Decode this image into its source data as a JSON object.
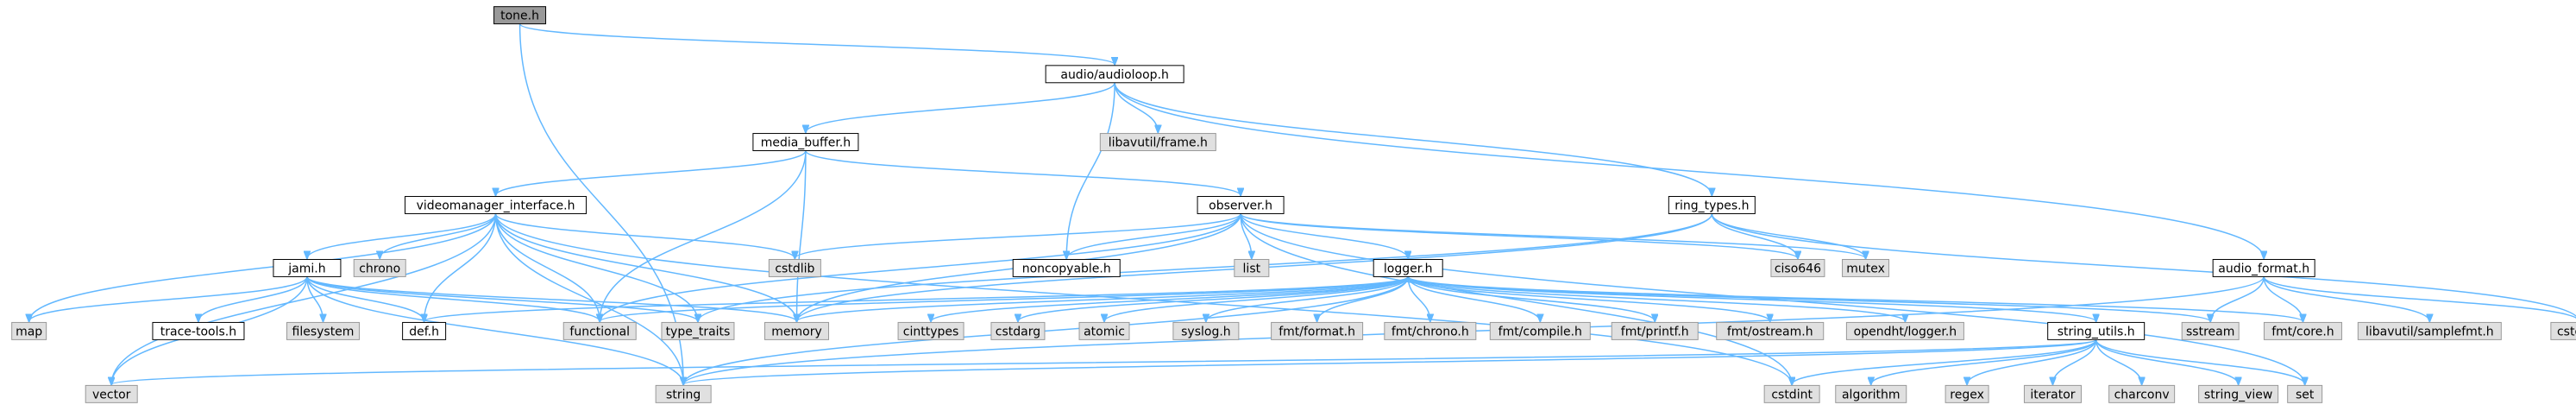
{
  "diagram": {
    "kind": "include-dependency-graph",
    "colors": {
      "edge": "#63b8ff",
      "node_border": "#000000",
      "root_fill": "#999999",
      "local_fill": "#ffffff",
      "external_fill": "#e0e0e0",
      "external_border": "#999999"
    },
    "nodes": [
      {
        "id": "tone_h",
        "label": "tone.h",
        "kind": "root"
      },
      {
        "id": "audioloop_h",
        "label": "audio/audioloop.h",
        "kind": "local"
      },
      {
        "id": "media_buffer_h",
        "label": "media_buffer.h",
        "kind": "local"
      },
      {
        "id": "libavutil_frame_h",
        "label": "libavutil/frame.h",
        "kind": "external"
      },
      {
        "id": "videomanager_interface_h",
        "label": "videomanager_interface.h",
        "kind": "local"
      },
      {
        "id": "observer_h",
        "label": "observer.h",
        "kind": "local"
      },
      {
        "id": "ring_types_h",
        "label": "ring_types.h",
        "kind": "local"
      },
      {
        "id": "jami_h",
        "label": "jami.h",
        "kind": "local"
      },
      {
        "id": "chrono",
        "label": "chrono",
        "kind": "external"
      },
      {
        "id": "cstdlib",
        "label": "cstdlib",
        "kind": "external"
      },
      {
        "id": "noncopyable_h",
        "label": "noncopyable.h",
        "kind": "local"
      },
      {
        "id": "list",
        "label": "list",
        "kind": "external"
      },
      {
        "id": "ciso646",
        "label": "ciso646",
        "kind": "external"
      },
      {
        "id": "mutex",
        "label": "mutex",
        "kind": "external"
      },
      {
        "id": "audio_format_h",
        "label": "audio_format.h",
        "kind": "local"
      },
      {
        "id": "logger_h",
        "label": "logger.h",
        "kind": "local"
      },
      {
        "id": "map",
        "label": "map",
        "kind": "external"
      },
      {
        "id": "trace_tools_h",
        "label": "trace-tools.h",
        "kind": "local"
      },
      {
        "id": "filesystem",
        "label": "filesystem",
        "kind": "external"
      },
      {
        "id": "def_h",
        "label": "def.h",
        "kind": "local"
      },
      {
        "id": "functional",
        "label": "functional",
        "kind": "external"
      },
      {
        "id": "type_traits",
        "label": "type_traits",
        "kind": "external"
      },
      {
        "id": "memory",
        "label": "memory",
        "kind": "external"
      },
      {
        "id": "cinttypes",
        "label": "cinttypes",
        "kind": "external"
      },
      {
        "id": "cstdarg",
        "label": "cstdarg",
        "kind": "external"
      },
      {
        "id": "atomic",
        "label": "atomic",
        "kind": "external"
      },
      {
        "id": "syslog_h",
        "label": "syslog.h",
        "kind": "external"
      },
      {
        "id": "fmt_format_h",
        "label": "fmt/format.h",
        "kind": "external"
      },
      {
        "id": "fmt_chrono_h",
        "label": "fmt/chrono.h",
        "kind": "external"
      },
      {
        "id": "fmt_compile_h",
        "label": "fmt/compile.h",
        "kind": "external"
      },
      {
        "id": "fmt_printf_h",
        "label": "fmt/printf.h",
        "kind": "external"
      },
      {
        "id": "fmt_ostream_h",
        "label": "fmt/ostream.h",
        "kind": "external"
      },
      {
        "id": "opendht_logger_h",
        "label": "opendht/logger.h",
        "kind": "external"
      },
      {
        "id": "string_utils_h",
        "label": "string_utils.h",
        "kind": "local"
      },
      {
        "id": "sstream",
        "label": "sstream",
        "kind": "external"
      },
      {
        "id": "fmt_core_h",
        "label": "fmt/core.h",
        "kind": "external"
      },
      {
        "id": "libavutil_samplefmt_h",
        "label": "libavutil/samplefmt.h",
        "kind": "external"
      },
      {
        "id": "cstddef",
        "label": "cstddef",
        "kind": "external"
      },
      {
        "id": "vector",
        "label": "vector",
        "kind": "external"
      },
      {
        "id": "string",
        "label": "string",
        "kind": "external"
      },
      {
        "id": "cstdint",
        "label": "cstdint",
        "kind": "external"
      },
      {
        "id": "algorithm",
        "label": "algorithm",
        "kind": "external"
      },
      {
        "id": "regex",
        "label": "regex",
        "kind": "external"
      },
      {
        "id": "iterator",
        "label": "iterator",
        "kind": "external"
      },
      {
        "id": "charconv",
        "label": "charconv",
        "kind": "external"
      },
      {
        "id": "string_view",
        "label": "string_view",
        "kind": "external"
      },
      {
        "id": "set",
        "label": "set",
        "kind": "external"
      }
    ],
    "edges": [
      [
        "tone_h",
        "audioloop_h"
      ],
      [
        "tone_h",
        "string"
      ],
      [
        "audioloop_h",
        "media_buffer_h"
      ],
      [
        "audioloop_h",
        "libavutil_frame_h"
      ],
      [
        "audioloop_h",
        "noncopyable_h"
      ],
      [
        "audioloop_h",
        "ring_types_h"
      ],
      [
        "audioloop_h",
        "audio_format_h"
      ],
      [
        "media_buffer_h",
        "videomanager_interface_h"
      ],
      [
        "media_buffer_h",
        "observer_h"
      ],
      [
        "media_buffer_h",
        "memory"
      ],
      [
        "media_buffer_h",
        "functional"
      ],
      [
        "videomanager_interface_h",
        "jami_h"
      ],
      [
        "videomanager_interface_h",
        "chrono"
      ],
      [
        "videomanager_interface_h",
        "cstdlib"
      ],
      [
        "videomanager_interface_h",
        "map"
      ],
      [
        "videomanager_interface_h",
        "vector"
      ],
      [
        "videomanager_interface_h",
        "string"
      ],
      [
        "videomanager_interface_h",
        "def_h"
      ],
      [
        "videomanager_interface_h",
        "functional"
      ],
      [
        "videomanager_interface_h",
        "memory"
      ],
      [
        "videomanager_interface_h",
        "cstdint"
      ],
      [
        "videomanager_interface_h",
        "type_traits"
      ],
      [
        "jami_h",
        "map"
      ],
      [
        "jami_h",
        "trace_tools_h"
      ],
      [
        "jami_h",
        "filesystem"
      ],
      [
        "jami_h",
        "def_h"
      ],
      [
        "jami_h",
        "functional"
      ],
      [
        "jami_h",
        "type_traits"
      ],
      [
        "jami_h",
        "memory"
      ],
      [
        "jami_h",
        "vector"
      ],
      [
        "jami_h",
        "string"
      ],
      [
        "observer_h",
        "cstdlib"
      ],
      [
        "observer_h",
        "noncopyable_h"
      ],
      [
        "observer_h",
        "list"
      ],
      [
        "observer_h",
        "logger_h"
      ],
      [
        "observer_h",
        "ciso646"
      ],
      [
        "observer_h",
        "mutex"
      ],
      [
        "observer_h",
        "memory"
      ],
      [
        "observer_h",
        "functional"
      ],
      [
        "observer_h",
        "set"
      ],
      [
        "observer_h",
        "cstdint"
      ],
      [
        "ring_types_h",
        "ciso646"
      ],
      [
        "ring_types_h",
        "mutex"
      ],
      [
        "ring_types_h",
        "cstddef"
      ],
      [
        "ring_types_h",
        "memory"
      ],
      [
        "ring_types_h",
        "type_traits"
      ],
      [
        "audio_format_h",
        "fmt_core_h"
      ],
      [
        "audio_format_h",
        "sstream"
      ],
      [
        "audio_format_h",
        "libavutil_samplefmt_h"
      ],
      [
        "audio_format_h",
        "cstddef"
      ],
      [
        "audio_format_h",
        "string"
      ],
      [
        "logger_h",
        "cinttypes"
      ],
      [
        "logger_h",
        "cstdarg"
      ],
      [
        "logger_h",
        "atomic"
      ],
      [
        "logger_h",
        "syslog_h"
      ],
      [
        "logger_h",
        "fmt_format_h"
      ],
      [
        "logger_h",
        "fmt_chrono_h"
      ],
      [
        "logger_h",
        "fmt_compile_h"
      ],
      [
        "logger_h",
        "fmt_printf_h"
      ],
      [
        "logger_h",
        "fmt_ostream_h"
      ],
      [
        "logger_h",
        "opendht_logger_h"
      ],
      [
        "logger_h",
        "string_utils_h"
      ],
      [
        "logger_h",
        "sstream"
      ],
      [
        "logger_h",
        "fmt_core_h"
      ],
      [
        "logger_h",
        "def_h"
      ],
      [
        "logger_h",
        "functional"
      ],
      [
        "logger_h",
        "memory"
      ],
      [
        "logger_h",
        "string"
      ],
      [
        "string_utils_h",
        "vector"
      ],
      [
        "string_utils_h",
        "string"
      ],
      [
        "string_utils_h",
        "cstdint"
      ],
      [
        "string_utils_h",
        "algorithm"
      ],
      [
        "string_utils_h",
        "regex"
      ],
      [
        "string_utils_h",
        "iterator"
      ],
      [
        "string_utils_h",
        "charconv"
      ],
      [
        "string_utils_h",
        "string_view"
      ],
      [
        "string_utils_h",
        "set"
      ]
    ]
  }
}
